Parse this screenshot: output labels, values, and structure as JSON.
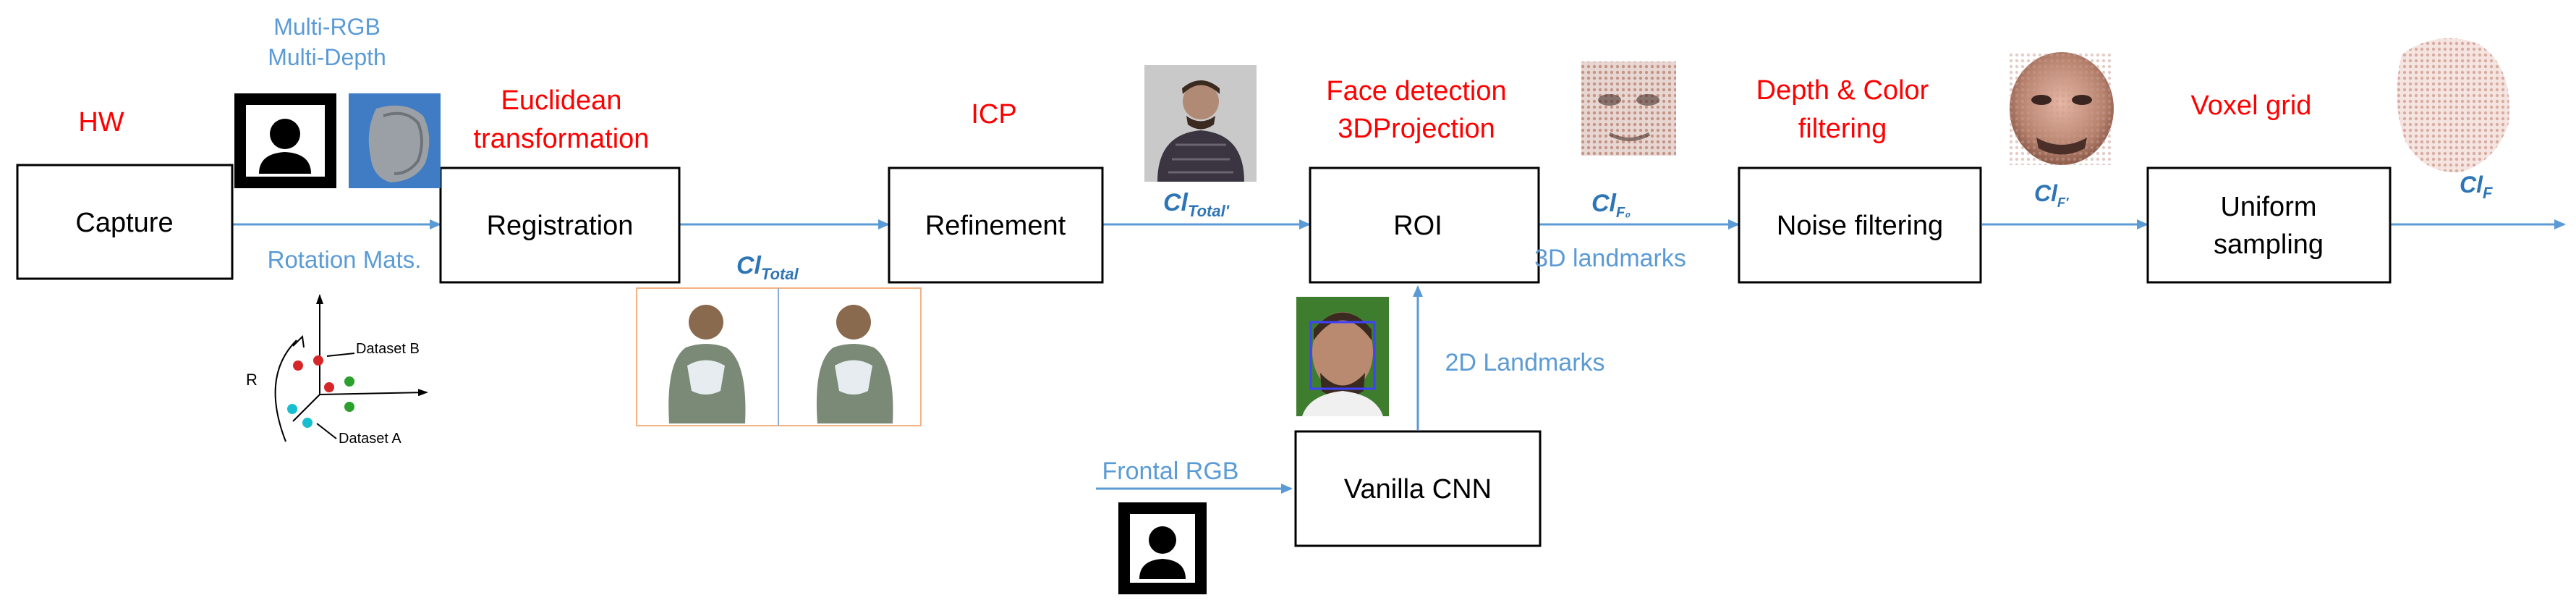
{
  "colors": {
    "red": "#ff0000",
    "blue": "#5b9bd5",
    "darkblue": "#2e75b6",
    "box_stroke": "#000000"
  },
  "stages": {
    "capture": "Capture",
    "registration": "Registration",
    "refinement": "Refinement",
    "roi": "ROI",
    "noise_filtering": "Noise filtering",
    "uniform_sampling_1": "Uniform",
    "uniform_sampling_2": "sampling",
    "vanilla_cnn": "Vanilla CNN"
  },
  "red_labels": {
    "hw": "HW",
    "euclidean_1": "Euclidean",
    "euclidean_2": "transformation",
    "icp": "ICP",
    "face_detection_1": "Face detection",
    "face_detection_2": "3DProjection",
    "depth_color_1": "Depth & Color",
    "depth_color_2": "filtering",
    "voxel_grid": "Voxel grid"
  },
  "blue_labels": {
    "multi_rgb": "Multi-RGB",
    "multi_depth": "Multi-Depth",
    "rotation_mats": "Rotation Mats.",
    "landmarks_3d": "3D landmarks",
    "landmarks_2d": "2D Landmarks",
    "frontal_rgb": "Frontal RGB"
  },
  "cloud_labels": {
    "cl_total": {
      "main": "Cl",
      "sub": "Total"
    },
    "cl_total_prime": {
      "main": "Cl",
      "sub": "Total'"
    },
    "cl_f0": {
      "main": "Cl",
      "sub": "F₀"
    },
    "cl_f_prime": {
      "main": "Cl",
      "sub": "F′"
    },
    "cl_f": {
      "main": "Cl",
      "sub": "F"
    }
  },
  "diagram_labels": {
    "dataset_b": "Dataset B",
    "dataset_a": "Dataset A",
    "r": "R"
  },
  "icons": {
    "camera_icon_top": "person-portrait-icon",
    "camera_icon_bottom": "person-portrait-icon",
    "depth_scan": "depth-face-scan-icon",
    "point_clouds": "pointcloud-thumbnail",
    "face_photo": "face-photo-thumbnail"
  }
}
